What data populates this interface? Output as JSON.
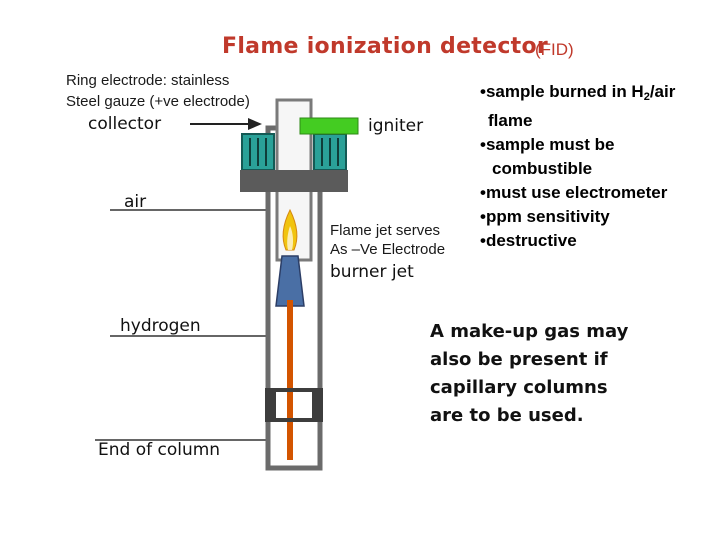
{
  "title": {
    "main": "Flame ionization detector",
    "suffix": "(FID)"
  },
  "annotations": {
    "ring_electrode_line1": "Ring electrode: stainless",
    "ring_electrode_line2": "Steel gauze (+ve electrode)",
    "flame_jet_line1": "Flame jet serves",
    "flame_jet_line2": "As –Ve Electrode"
  },
  "diagram_labels": {
    "collector": "collector",
    "igniter": "igniter",
    "air": "air",
    "burner_jet": "burner jet",
    "hydrogen": "hydrogen",
    "end_of_column": "End of column"
  },
  "bullets": {
    "b1_pre": "•sample burned in H",
    "b1_sub": "2",
    "b1_post": "/air",
    "b1_cont": "flame",
    "b2": "•sample must be",
    "b2_cont": "combustible",
    "b3": "•must use electrometer",
    "b4": "•ppm sensitivity",
    "b5": "•destructive"
  },
  "makeup_note": [
    "A make-up gas may",
    "also be present if",
    "capillary columns",
    "are to be used."
  ],
  "colors": {
    "title": "#c0392b",
    "igniter": "#44cc22",
    "ring": "#2aa198",
    "column_tube": "#d35400",
    "jet": "#4a6fa5",
    "flame": "#f1c40f"
  }
}
